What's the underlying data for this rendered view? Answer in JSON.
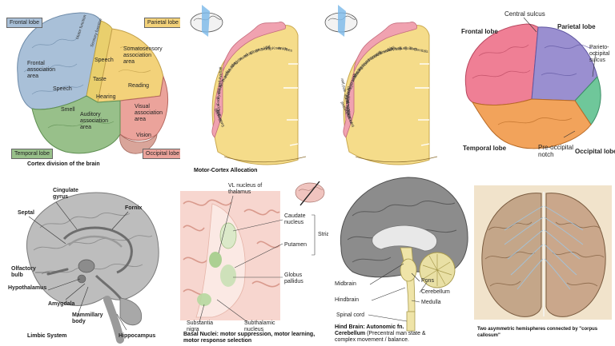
{
  "panel1": {
    "tags": {
      "frontal": "Frontal lobe",
      "parietal": "Parietal lobe",
      "temporal": "Temporal lobe",
      "occipital": "Occipital lobe"
    },
    "labels": {
      "frontal_assoc": "Frontal\nassociation\narea",
      "speech1": "Speech",
      "speech2": "Speech",
      "smell": "Smell",
      "taste": "Taste",
      "hearing": "Hearing",
      "auditory": "Auditory\nassociation\narea",
      "somato": "Somatosensory\nassociation\narea",
      "reading": "Reading",
      "visual": "Visual\nassociation\narea",
      "vision": "Vision",
      "motor_strip": "Motor function",
      "sensory_strip": "Sensory function"
    },
    "caption": "Cortex division of the brain",
    "colors": {
      "frontal": "#a9c0d8",
      "parietal": "#f3d27a",
      "temporal": "#98c08a",
      "occipital": "#eba39b",
      "strip": "#e9cf6d"
    }
  },
  "panel2": {
    "caption": "Motor-Cortex Allocation",
    "homunculus": [
      "Toes",
      "Ankle",
      "Knee",
      "Hip",
      "Trunk",
      "Shoulder",
      "Elbow",
      "Wrist",
      "Hand",
      "Little",
      "Ring",
      "Middle",
      "Index",
      "Thumb",
      "Neck",
      "Brow",
      "Eyelid and eyeball",
      "Face",
      "Lips",
      "Jaw",
      "Tongue",
      "Swallowing"
    ]
  },
  "panel3": {
    "homunculus": [
      "Genitals",
      "Toes",
      "Foot",
      "Leg",
      "Hip",
      "Trunk",
      "Neck",
      "Head",
      "Shoulder",
      "Arm",
      "Elbow",
      "Forearm",
      "Wrist",
      "Hand",
      "Little",
      "Ring",
      "Middle",
      "Index",
      "Thumb",
      "Eye",
      "Nose",
      "Face",
      "Upper lip",
      "Lips",
      "Lower lip",
      "Teeth, gums, and jaw",
      "Tongue",
      "Pharynx",
      "Intra-abdominal"
    ]
  },
  "panel4": {
    "labels": {
      "central": "Central sulcus",
      "frontal": "Frontal lobe",
      "parietal": "Parietal lobe",
      "parieto": "Parieto-\noccipital\nsulcus",
      "temporal": "Temporal lobe",
      "preocc": "Pre-occipital\nnotch",
      "occipital": "Occipital lobe"
    },
    "colors": {
      "frontal": "#ef7f95",
      "parietal": "#9a8fd0",
      "temporal": "#f2a35b",
      "occipital": "#6fc79a"
    }
  },
  "panel5": {
    "labels": {
      "cingulate": "Cingulate\ngyrus",
      "septal": "Septal",
      "fornix": "Fornix",
      "olfactory": "Olfactory\nbulb",
      "hypothalamus": "Hypothalamus",
      "amygdala": "Amygdala",
      "mammillary": "Mammillary\nbody",
      "hippocampus": "Hippocampus"
    },
    "caption": "Limbic System"
  },
  "panel6": {
    "labels": {
      "vl": "VL nucleus of\nthalamus",
      "caudate": "Caudate\nnucleus",
      "striatum": "Striatum",
      "putamen": "Putamen",
      "globus": "Globus\npallidus",
      "substantia": "Substantia\nnigra",
      "subthalamic": "Subthalamic\nnucleus"
    },
    "caption": "Basal Nuclei: motor suppression, motor learning,\nmotor response selection"
  },
  "panel7": {
    "labels": {
      "pons": "Pons",
      "midbrain": "Midbrain",
      "cerebellum": "Cerebellum",
      "hindbrain": "Hindbrain",
      "medulla": "Medulla",
      "spinal": "Spinal cord"
    },
    "caption_a": "Hind Brain: Autonomic fn.",
    "caption_b": "Cerebellum",
    "caption_c": " (Precentral man state &\ncomplex movement / balance."
  },
  "panel8": {
    "caption": "Two asymmetric hemispheres connected by \"corpus callosum\""
  }
}
